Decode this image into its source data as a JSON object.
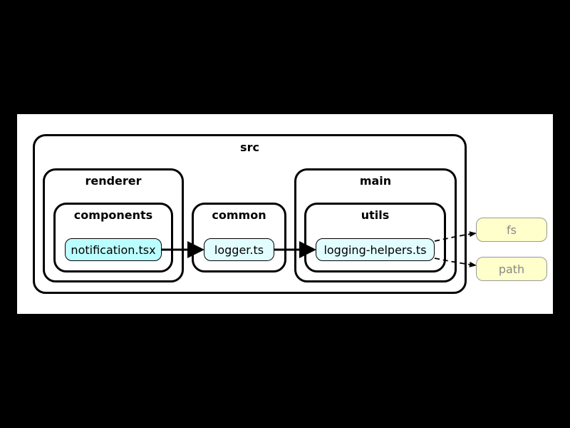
{
  "clusters": {
    "src": "src",
    "renderer": "renderer",
    "components": "components",
    "common": "common",
    "main": "main",
    "utils": "utils"
  },
  "nodes": {
    "notification": "notification.tsx",
    "logger": "logger.ts",
    "logging_helpers": "logging-helpers.ts",
    "fs": "fs",
    "path": "path"
  },
  "colors": {
    "background": "#000000",
    "canvas": "#ffffff",
    "entry_node": "#bbfeff",
    "module_node": "#e1fdff",
    "external_node": "#ffffcc",
    "external_border": "#999999"
  },
  "edges": [
    {
      "from": "notification.tsx",
      "to": "logger.ts",
      "style": "solid"
    },
    {
      "from": "logger.ts",
      "to": "logging-helpers.ts",
      "style": "solid"
    },
    {
      "from": "logging-helpers.ts",
      "to": "fs",
      "style": "dashed"
    },
    {
      "from": "logging-helpers.ts",
      "to": "path",
      "style": "dashed"
    }
  ]
}
